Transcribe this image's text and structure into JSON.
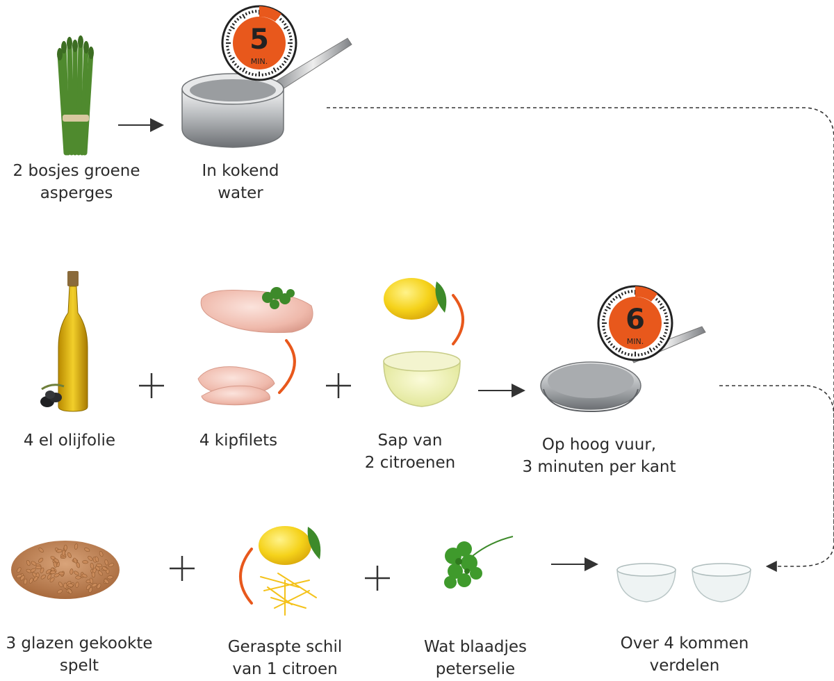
{
  "theme": {
    "accent": "#e8581c",
    "text": "#2b2b2b",
    "line": "#333333"
  },
  "row1": {
    "asparagus_label": "2 bosjes groene\nasperges",
    "pot_label": "In kokend\nwater",
    "timer": {
      "value": "5",
      "unit": "MIN."
    }
  },
  "row2": {
    "oil_label": "4 el olijfolie",
    "chicken_label": "4 kipfilets",
    "lemon_label": "Sap van\n2 citroenen",
    "pan_label": "Op hoog vuur,\n3 minuten per kant",
    "timer": {
      "value": "6",
      "unit": "MIN."
    }
  },
  "row3": {
    "spelt_label": "3 glazen gekookte\nspelt",
    "zest_label": "Geraspte schil\nvan 1 citroen",
    "parsley_label": "Wat blaadjes\npeterselie",
    "bowls_label": "Over 4 kommen\nverdelen"
  }
}
